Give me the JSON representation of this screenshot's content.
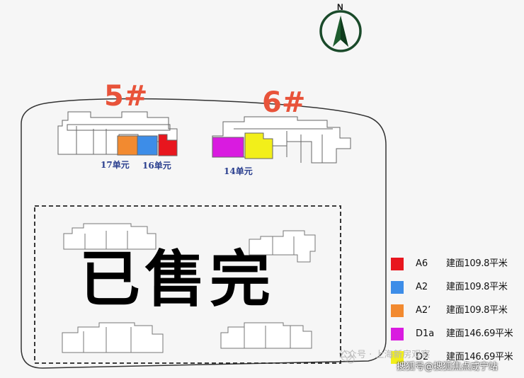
{
  "compass": {
    "letter": "N",
    "icon": "north-arrow-icon"
  },
  "buildings": [
    {
      "label": "5#",
      "units": [
        "17单元",
        "16单元"
      ]
    },
    {
      "label": "6#",
      "units": [
        "14单元"
      ]
    }
  ],
  "sold_out_text": "已售完",
  "legend": [
    {
      "code": "A6",
      "area": "建面109.8平米",
      "color": "#e8161e"
    },
    {
      "code": "A2",
      "area": "建面109.8平米",
      "color": "#3d8de8"
    },
    {
      "code": "A2’",
      "area": "建面109.8平米",
      "color": "#f28a30"
    },
    {
      "code": "D1a",
      "area": "建面146.69平米",
      "color": "#d91be0"
    },
    {
      "code": "D2",
      "area": "建面146.69平米",
      "color": "#f2ef1a"
    }
  ],
  "watermarks": {
    "wechat": "公众号 · 上海新房观察",
    "sohu": "搜狐号@搜狐焦点咸宁站"
  }
}
